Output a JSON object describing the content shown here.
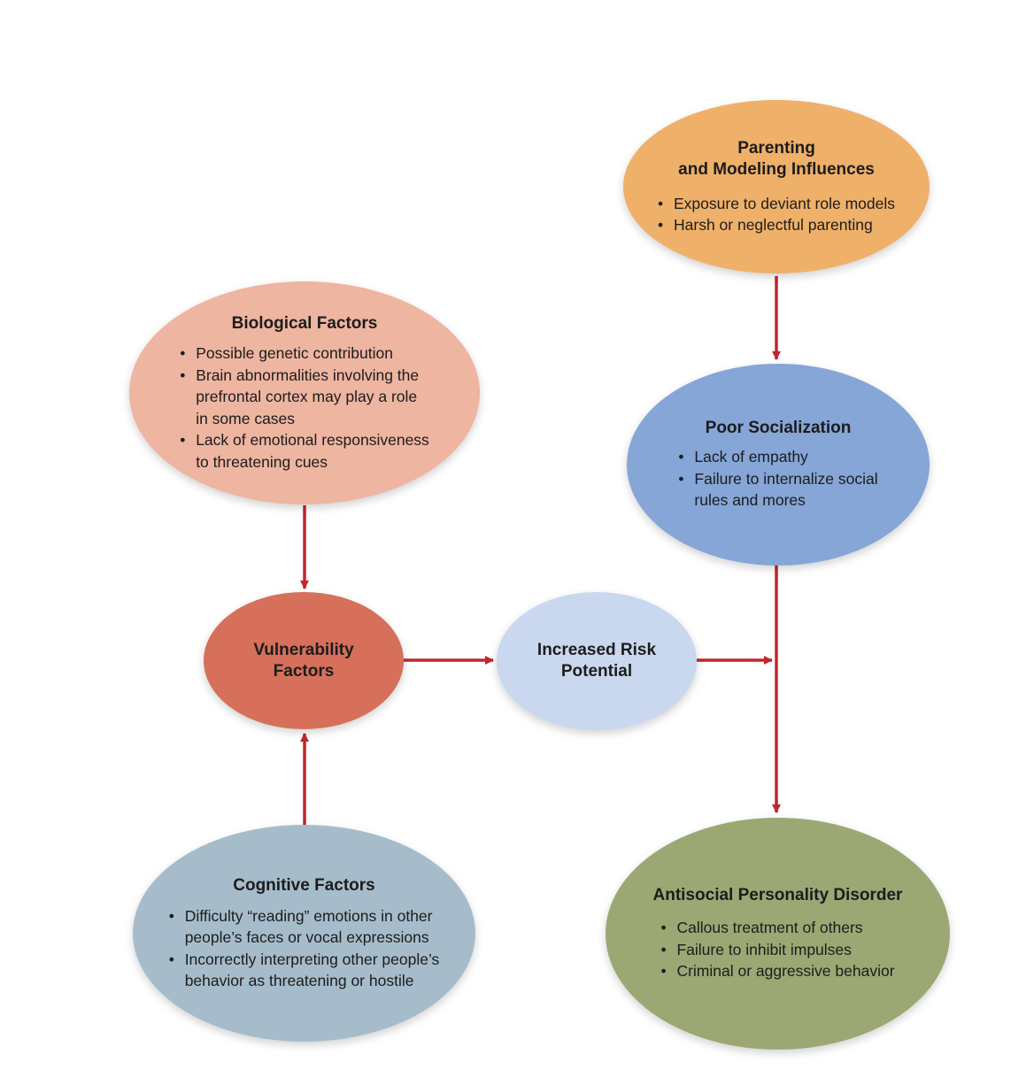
{
  "nodes": {
    "parenting": {
      "title_lines": [
        "Parenting",
        "and Modeling Influences"
      ],
      "bullets": [
        "Exposure to deviant role models",
        "Harsh or neglectful parenting"
      ],
      "color": "#efb06a"
    },
    "biological": {
      "title_lines": [
        "Biological Factors"
      ],
      "bullets_lines": [
        [
          "Possible genetic contribution"
        ],
        [
          "Brain abnormalities involving the",
          "prefrontal cortex may play a role",
          "in some cases"
        ],
        [
          "Lack of emotional responsiveness",
          "to threatening cues"
        ]
      ],
      "color": "#eeb5a0"
    },
    "poor_socialization": {
      "title_lines": [
        "Poor Socialization"
      ],
      "bullets_lines": [
        [
          "Lack of empathy"
        ],
        [
          "Failure to internalize social",
          "rules and mores"
        ]
      ],
      "color": "#85a6d7"
    },
    "vulnerability": {
      "title_lines": [
        "Vulnerability",
        "Factors"
      ],
      "color": "#d6705a"
    },
    "increased_risk": {
      "title_lines": [
        "Increased Risk",
        "Potential"
      ],
      "color": "#c9d8ef"
    },
    "cognitive": {
      "title_lines": [
        "Cognitive Factors"
      ],
      "bullets_lines": [
        [
          "Difficulty “reading” emotions in other",
          "people’s faces or vocal expressions"
        ],
        [
          "Incorrectly interpreting other people’s",
          "behavior as threatening or hostile"
        ]
      ],
      "color": "#a6bccb"
    },
    "antisocial": {
      "title_lines": [
        "Antisocial Personality Disorder"
      ],
      "bullets": [
        "Callous treatment of others",
        "Failure to inhibit impulses",
        "Criminal or aggressive behavior"
      ],
      "color": "#9ba874"
    }
  },
  "arrow_color": "#c1262d"
}
